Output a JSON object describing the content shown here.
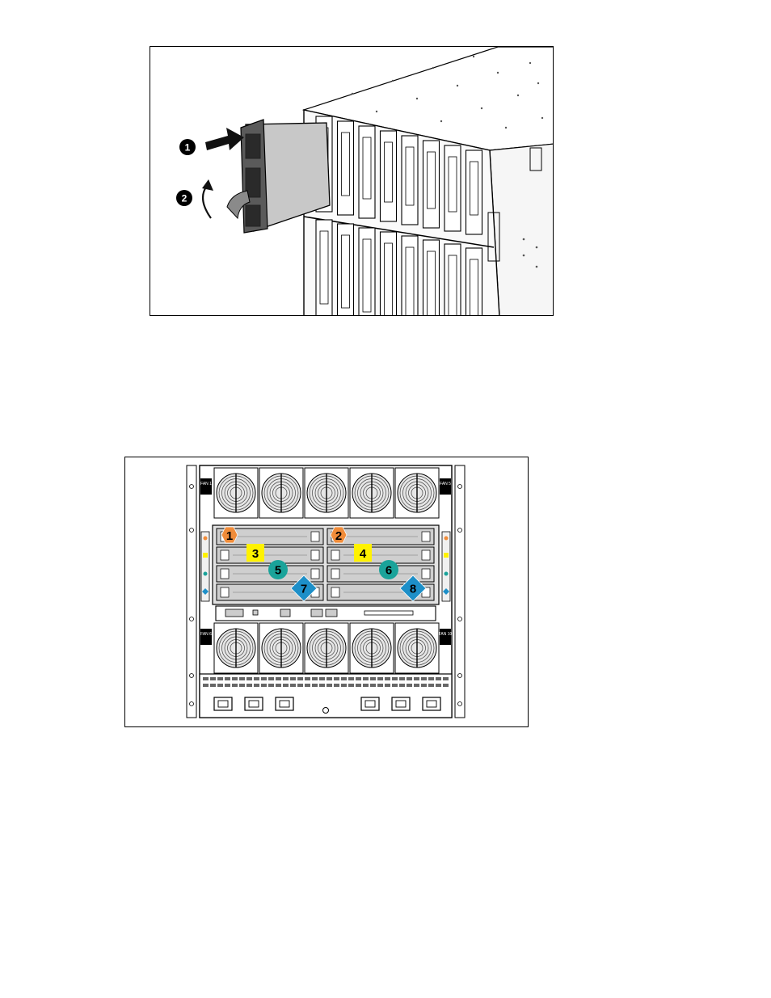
{
  "figure_install": {
    "callouts": [
      {
        "number": "1",
        "meaning": "push-arrow"
      },
      {
        "number": "2",
        "meaning": "rotate-arrow"
      }
    ]
  },
  "figure_bays": {
    "fan_labels": [
      "FAN 1",
      "FAN 5",
      "FAN 6",
      "FAN 10"
    ],
    "bay_markers": [
      {
        "number": "1",
        "shape": "hexagon",
        "color": "#f08c3a"
      },
      {
        "number": "2",
        "shape": "hexagon",
        "color": "#f08c3a"
      },
      {
        "number": "3",
        "shape": "square",
        "color": "#fff200"
      },
      {
        "number": "4",
        "shape": "square",
        "color": "#fff200"
      },
      {
        "number": "5",
        "shape": "circle",
        "color": "#1aa39a"
      },
      {
        "number": "6",
        "shape": "circle",
        "color": "#1aa39a"
      },
      {
        "number": "7",
        "shape": "diamond",
        "color": "#1d8fc8"
      },
      {
        "number": "8",
        "shape": "diamond",
        "color": "#1d8fc8"
      }
    ]
  },
  "colors": {
    "outline": "#000000",
    "panel": "#d9d9d9",
    "panel_dark": "#9a9a9a",
    "background": "#ffffff"
  }
}
